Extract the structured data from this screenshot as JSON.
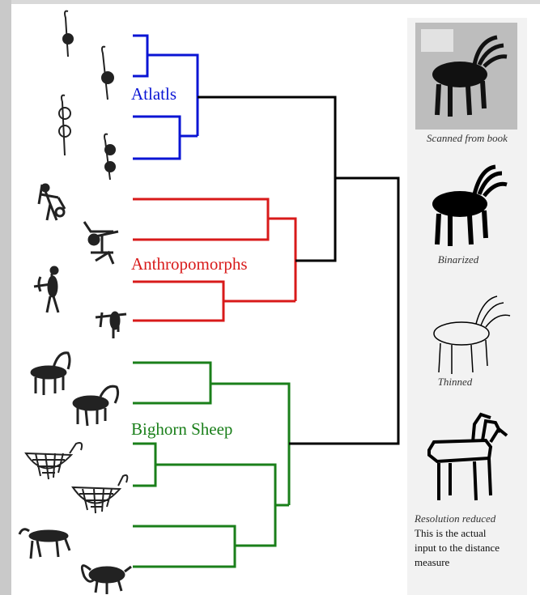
{
  "clusters": [
    {
      "id": "atlatls",
      "label": "Atlatls",
      "color": "#0a14d4"
    },
    {
      "id": "anthropomorphs",
      "label": "Anthropomorphs",
      "color": "#d81a1a"
    },
    {
      "id": "bighorn",
      "label": "Bighorn Sheep",
      "color": "#1a7f1a"
    }
  ],
  "dendrogram_color": "#000000",
  "pipeline": {
    "step1_caption": "Scanned from book",
    "step2_caption": "Binarized",
    "step3_caption": "Thinned",
    "step4_caption": "Resolution reduced",
    "step4_note_lines": [
      "This is the actual",
      "input to the distance",
      "measure"
    ]
  },
  "glyph_icons": [
    "atlatl-glyph-icon",
    "atlatl-glyph-icon",
    "atlatl-glyph-icon",
    "atlatl-glyph-icon",
    "anthropomorph-glyph-icon",
    "anthropomorph-glyph-icon",
    "anthropomorph-glyph-icon",
    "anthropomorph-glyph-icon",
    "bighorn-sheep-glyph-icon",
    "bighorn-sheep-glyph-icon",
    "bighorn-sheep-glyph-icon",
    "bighorn-sheep-glyph-icon",
    "bighorn-sheep-glyph-icon",
    "bighorn-sheep-glyph-icon"
  ]
}
